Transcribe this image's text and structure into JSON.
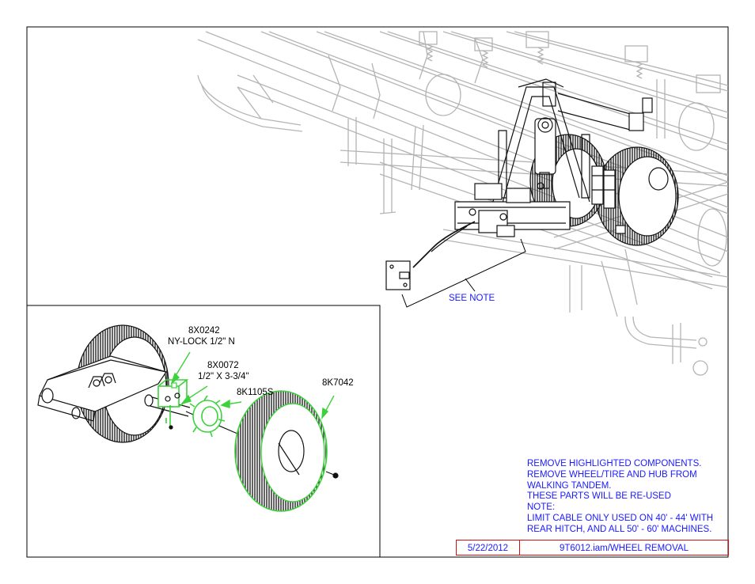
{
  "callouts": {
    "see_note": "SEE NOTE",
    "p1_num": "8X0242",
    "p1_desc": "NY-LOCK 1/2\" N",
    "p2_num": "8X0072",
    "p2_desc": "1/2\" X 3-3/4\"",
    "p3_num": "8K1105S",
    "p4_num": "8K7042"
  },
  "notes": {
    "line1": "REMOVE HIGHLIGHTED COMPONENTS.",
    "line2": "REMOVE WHEEL/TIRE AND HUB FROM",
    "line3": "WALKING TANDEM.",
    "line4": "THESE PARTS WILL BE RE-USED",
    "line5": "NOTE:",
    "line6": "LIMIT CABLE ONLY USED ON 40' - 44' WITH",
    "line7": "REAR HITCH, AND ALL 50' - 60' MACHINES."
  },
  "title_block": {
    "date": "5/22/2012",
    "file": "9T6012.iam/WHEEL REMOVAL"
  },
  "colors": {
    "highlight": "#3cd23c",
    "text_blue": "#1a1aff",
    "title_border": "#d01010",
    "faded_line": "#b8b8b8"
  }
}
